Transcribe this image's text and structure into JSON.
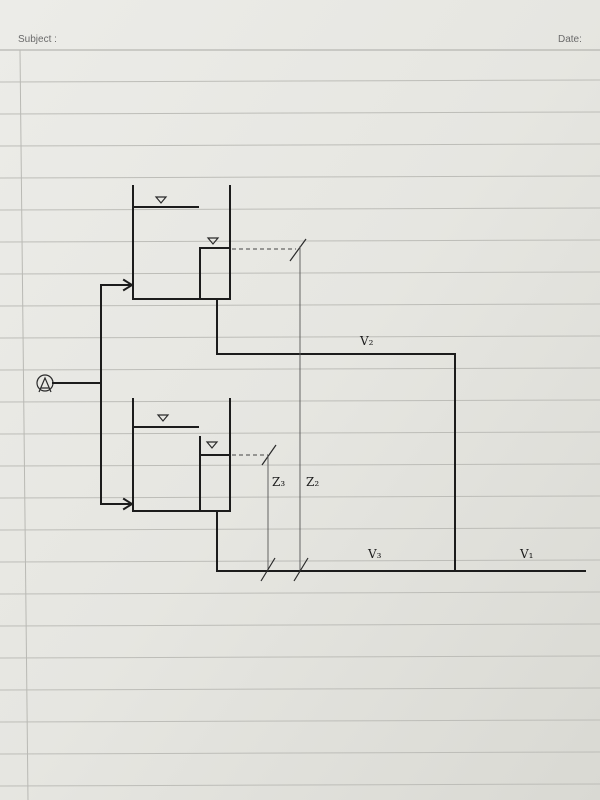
{
  "header": {
    "subject_label": "Subject :",
    "date_label": "Date:"
  },
  "diagram": {
    "labels": {
      "v1": "V₁",
      "v2": "V₂",
      "v3": "V₃",
      "z2": "Z₂",
      "z3": "Z₃"
    }
  }
}
